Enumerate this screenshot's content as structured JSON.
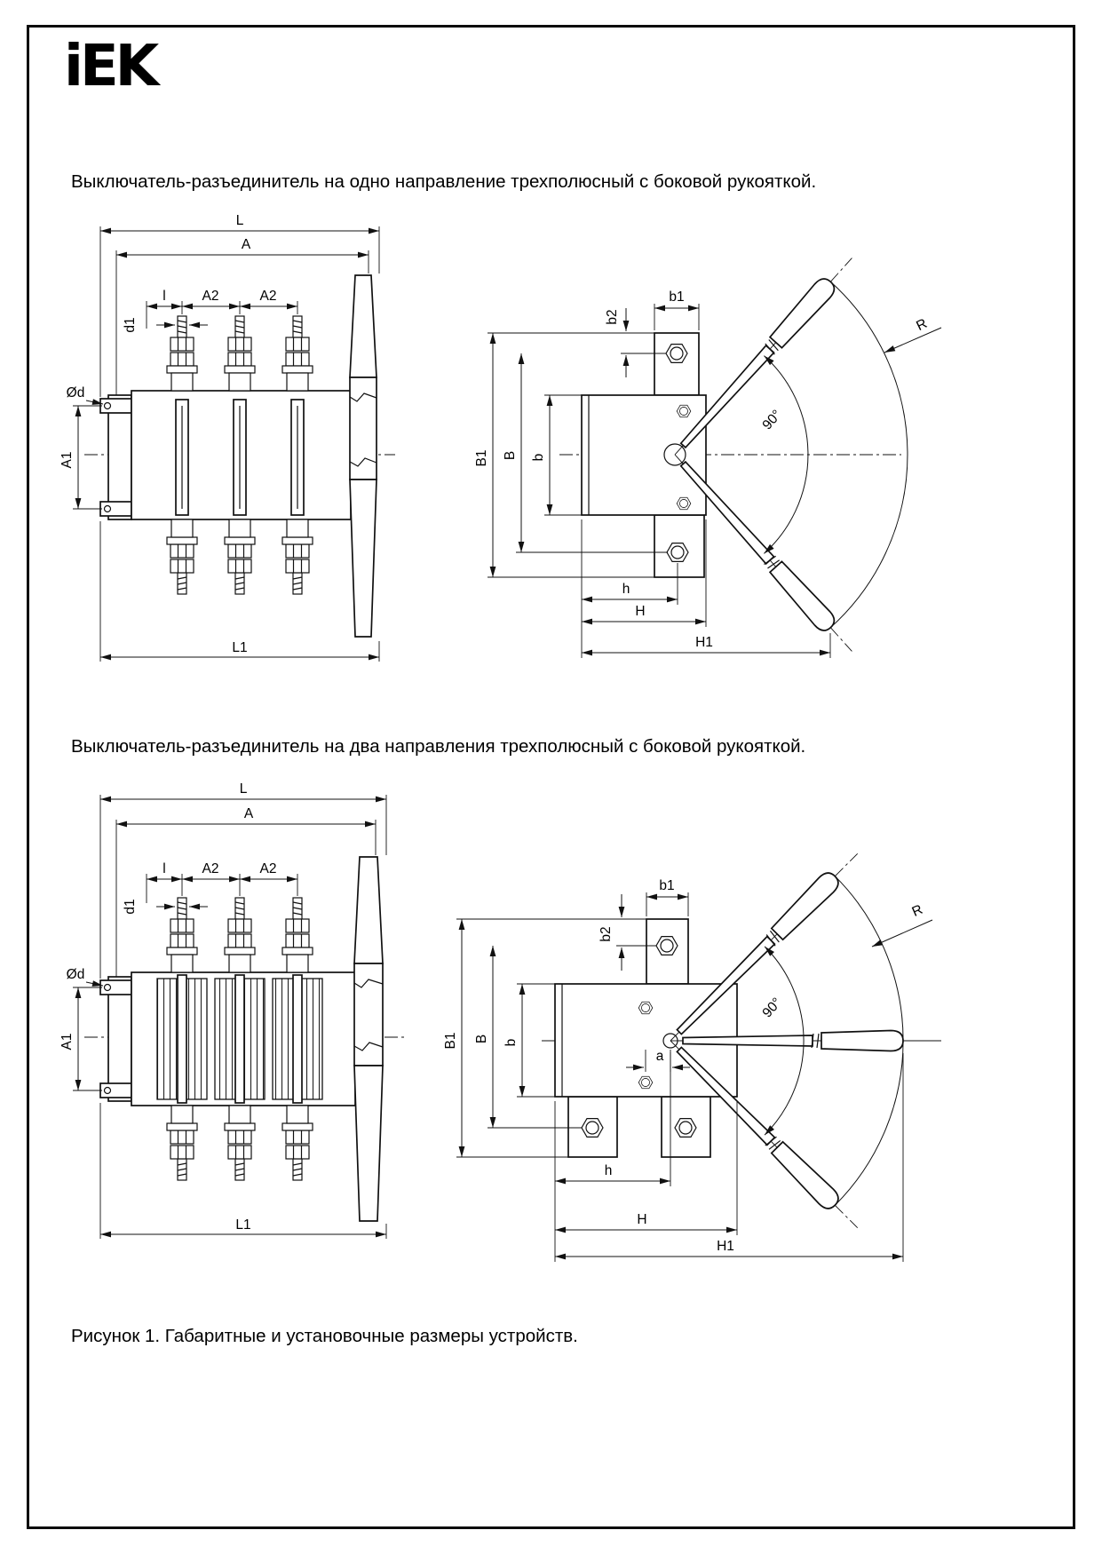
{
  "logo": {
    "text": "iEK"
  },
  "caption": "Рисунок 1. Габаритные и установочные размеры устройств.",
  "sections": [
    {
      "title": "Выключатель-разъединитель на одно направление трехполюсный с боковой рукояткой.",
      "dims": {
        "L": "L",
        "A": "A",
        "l": "l",
        "A2_1": "A2",
        "A2_2": "A2",
        "d1": "d1",
        "Od": "Ød",
        "A1": "A1",
        "L1": "L1",
        "B1": "B1",
        "B": "B",
        "b": "b",
        "b1": "b1",
        "b2": "b2",
        "h": "h",
        "H": "H",
        "H1": "H1",
        "R": "R",
        "angle": "90°"
      }
    },
    {
      "title": "Выключатель-разъединитель на два направления трехполюсный с боковой рукояткой.",
      "dims": {
        "L": "L",
        "A": "A",
        "l": "l",
        "A2_1": "A2",
        "A2_2": "A2",
        "d1": "d1",
        "Od": "Ød",
        "A1": "A1",
        "L1": "L1",
        "B1": "B1",
        "B": "B",
        "b": "b",
        "b1": "b1",
        "b2": "b2",
        "a": "a",
        "h": "h",
        "H": "H",
        "H1": "H1",
        "R": "R",
        "angle": "90°"
      }
    }
  ]
}
